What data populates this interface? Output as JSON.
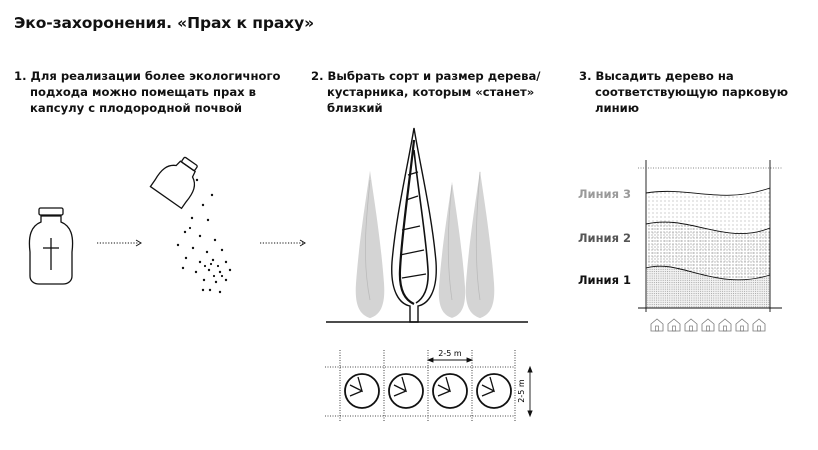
{
  "title": "Эко-захоронения. «Прах к праху»",
  "steps": [
    {
      "num": "1.",
      "lines": [
        "Для реализации более экологичного",
        "подхода можно помещать прах в",
        "капсулу с плодородной почвой"
      ]
    },
    {
      "num": "2.",
      "lines": [
        "Выбрать сорт и размер дерева/",
        "кустарника, которым «станет»",
        "близкий"
      ]
    },
    {
      "num": "3.",
      "lines": [
        "Высадить дерево на",
        "соответствующую парковую линию"
      ]
    }
  ],
  "spacing": {
    "horizontal": "2-5 m",
    "vertical": "2-5 m"
  },
  "park_lines": [
    {
      "label": "Линия 3",
      "color": "#9a9a9a"
    },
    {
      "label": "Линия 2",
      "color": "#555555"
    },
    {
      "label": "Линия 1",
      "color": "#111111"
    }
  ],
  "icons": {
    "urn": "urn-with-cross-icon",
    "pouring": "pouring-capsule-icon",
    "cypress": "cypress-tree-icon",
    "house": "house-icon"
  }
}
